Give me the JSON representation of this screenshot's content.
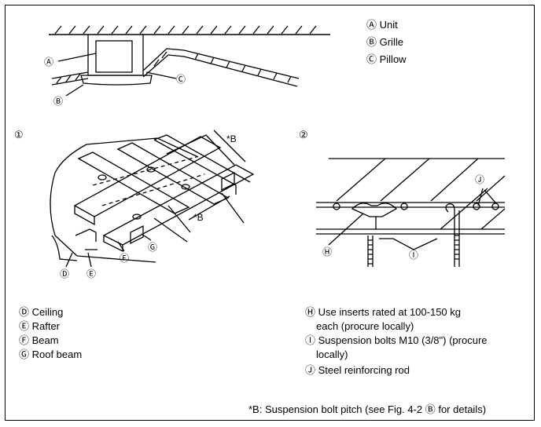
{
  "top_legend": {
    "unit": "Ⓐ Unit",
    "grille": "Ⓑ Grille",
    "pillow": "Ⓒ Pillow"
  },
  "callouts": {
    "a": "Ⓐ",
    "b": "Ⓑ",
    "c": "Ⓒ",
    "d": "Ⓓ",
    "e": "Ⓔ",
    "f": "Ⓕ",
    "g": "Ⓖ",
    "h": "Ⓗ",
    "i": "Ⓘ",
    "j": "Ⓙ",
    "fig1": "①",
    "fig2": "②",
    "pitch1": "*B",
    "pitch2": "*B"
  },
  "legend_left": {
    "ceiling": "Ⓓ Ceiling",
    "rafter": "Ⓔ Rafter",
    "beam": "Ⓕ Beam",
    "roof_beam": "Ⓖ Roof beam"
  },
  "legend_right": {
    "inserts_line1": "Ⓗ Use inserts rated at 100-150 kg",
    "inserts_line2": "each (procure locally)",
    "bolts_line1": "Ⓘ Suspension bolts M10 (3/8\") (procure",
    "bolts_line2": "locally)",
    "rod": "Ⓙ Steel reinforcing rod"
  },
  "footnote": "*B: Suspension bolt pitch (see Fig. 4-2 Ⓑ for details)"
}
